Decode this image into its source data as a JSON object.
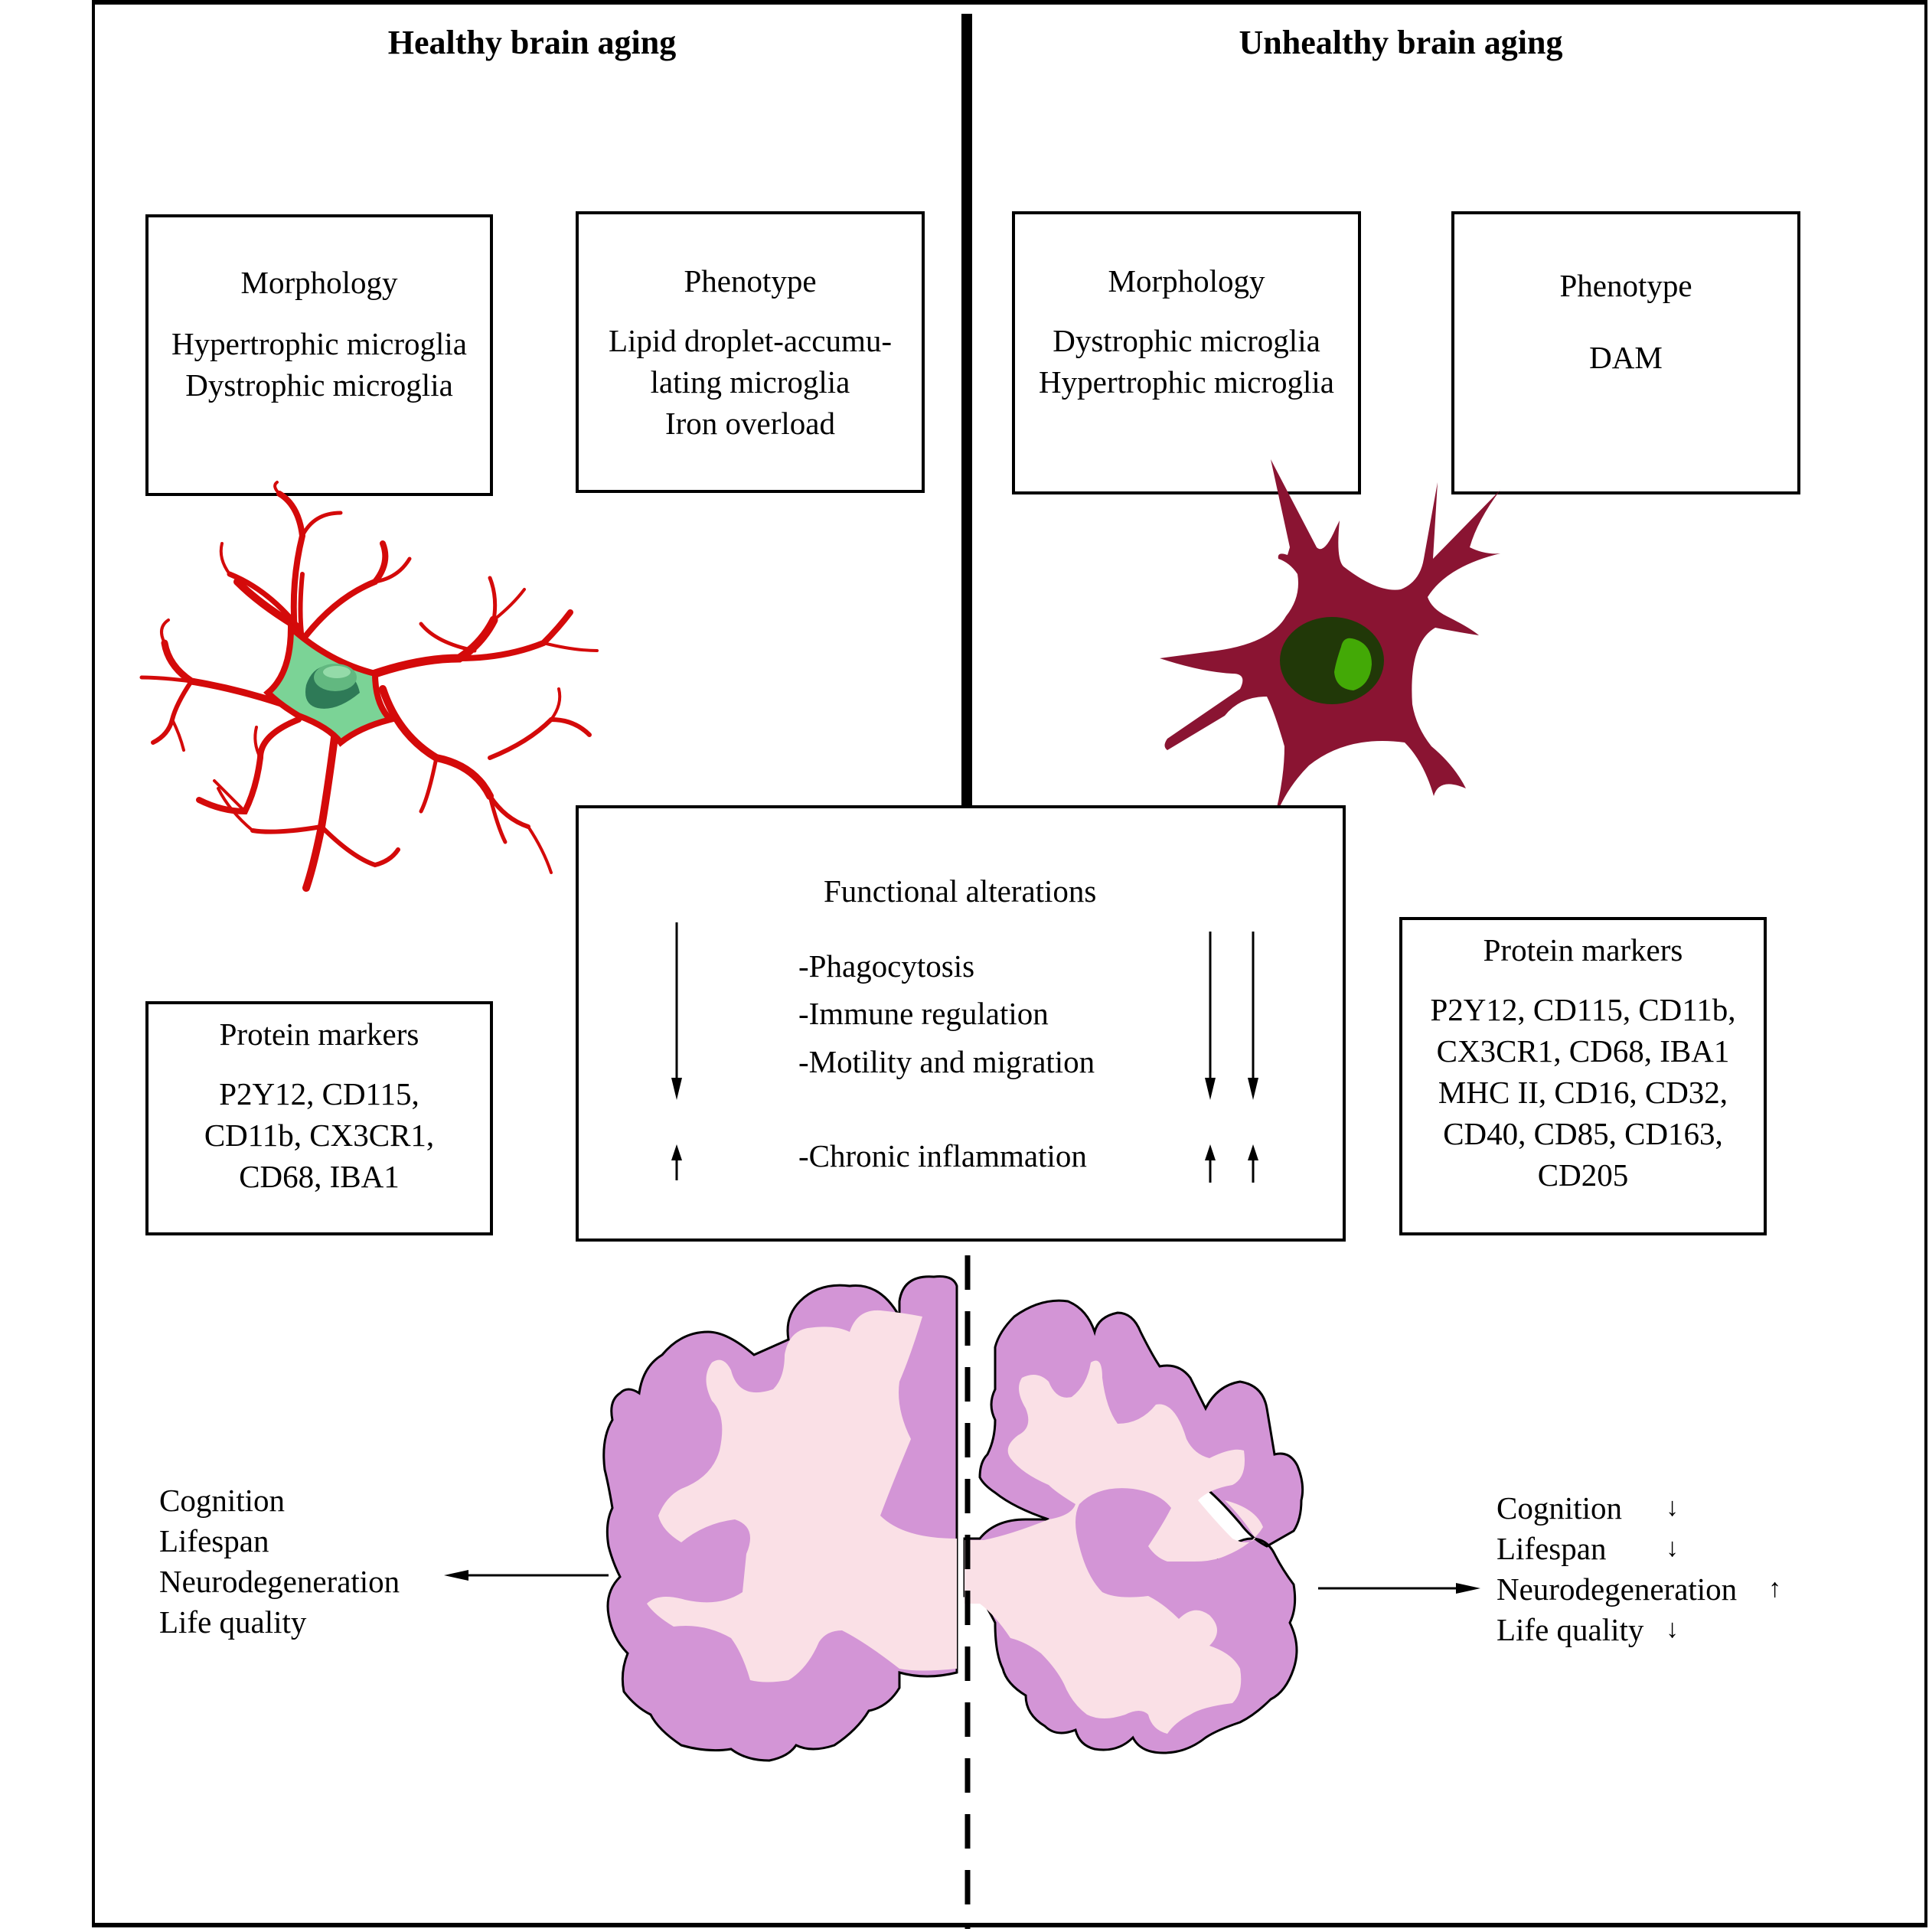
{
  "headings": {
    "healthy": "Healthy brain aging",
    "unhealthy": "Unhealthy brain aging"
  },
  "healthy": {
    "morphology": {
      "title": "Morphology",
      "items": [
        "Hypertrophic microglia",
        "Dystrophic microglia"
      ]
    },
    "phenotype": {
      "title": "Phenotype",
      "items": [
        "Lipid droplet-accumu-",
        "lating microglia",
        "Iron overload"
      ]
    },
    "protein_markers": {
      "title": "Protein markers",
      "lines": [
        "P2Y12, CD115,",
        "CD11b, CX3CR1,",
        "CD68, IBA1"
      ]
    },
    "outcomes": [
      "Cognition",
      "Lifespan",
      "Neurodegeneration",
      "Life quality"
    ],
    "cell": {
      "name": "ramified microglia",
      "process_color": "#d40a0a",
      "soma_color": "#7bd396",
      "nucleus_color": "#2e7a57",
      "nucleolus_color": "#62b880"
    }
  },
  "unhealthy": {
    "morphology": {
      "title": "Morphology",
      "items": [
        "Dystrophic microglia",
        "Hypertrophic microglia"
      ]
    },
    "phenotype": {
      "title": "Phenotype",
      "items": [
        "DAM"
      ]
    },
    "protein_markers": {
      "title": "Protein markers",
      "lines": [
        "P2Y12, CD115, CD11b,",
        "CX3CR1, CD68, IBA1",
        "MHC II, CD16, CD32,",
        "CD40, CD85, CD163,",
        "CD205"
      ]
    },
    "outcomes": [
      {
        "label": "Cognition",
        "trend": "down",
        "symbol": "↓"
      },
      {
        "label": "Lifespan",
        "trend": "down",
        "symbol": "↓"
      },
      {
        "label": "Neurodegeneration",
        "trend": "up",
        "symbol": "↑"
      },
      {
        "label": "Life quality",
        "trend": "down",
        "symbol": "↓"
      }
    ],
    "cell": {
      "name": "amoeboid microglia",
      "body_color": "#8a1432",
      "nucleus_color": "#213808",
      "nucleolus_color": "#43a906"
    }
  },
  "functional_alterations": {
    "title": "Functional alterations",
    "decreased": [
      "-Phagocytosis",
      "-Immune regulation",
      "-Motility and migration"
    ],
    "increased": [
      "-Chronic inflammation"
    ],
    "healthy_arrows": {
      "decreased": 1,
      "increased": 1
    },
    "unhealthy_arrows": {
      "decreased": 2,
      "increased": 2
    }
  },
  "brain": {
    "gray_matter_color": "#d395d6",
    "white_matter_color": "#fae0e6"
  }
}
